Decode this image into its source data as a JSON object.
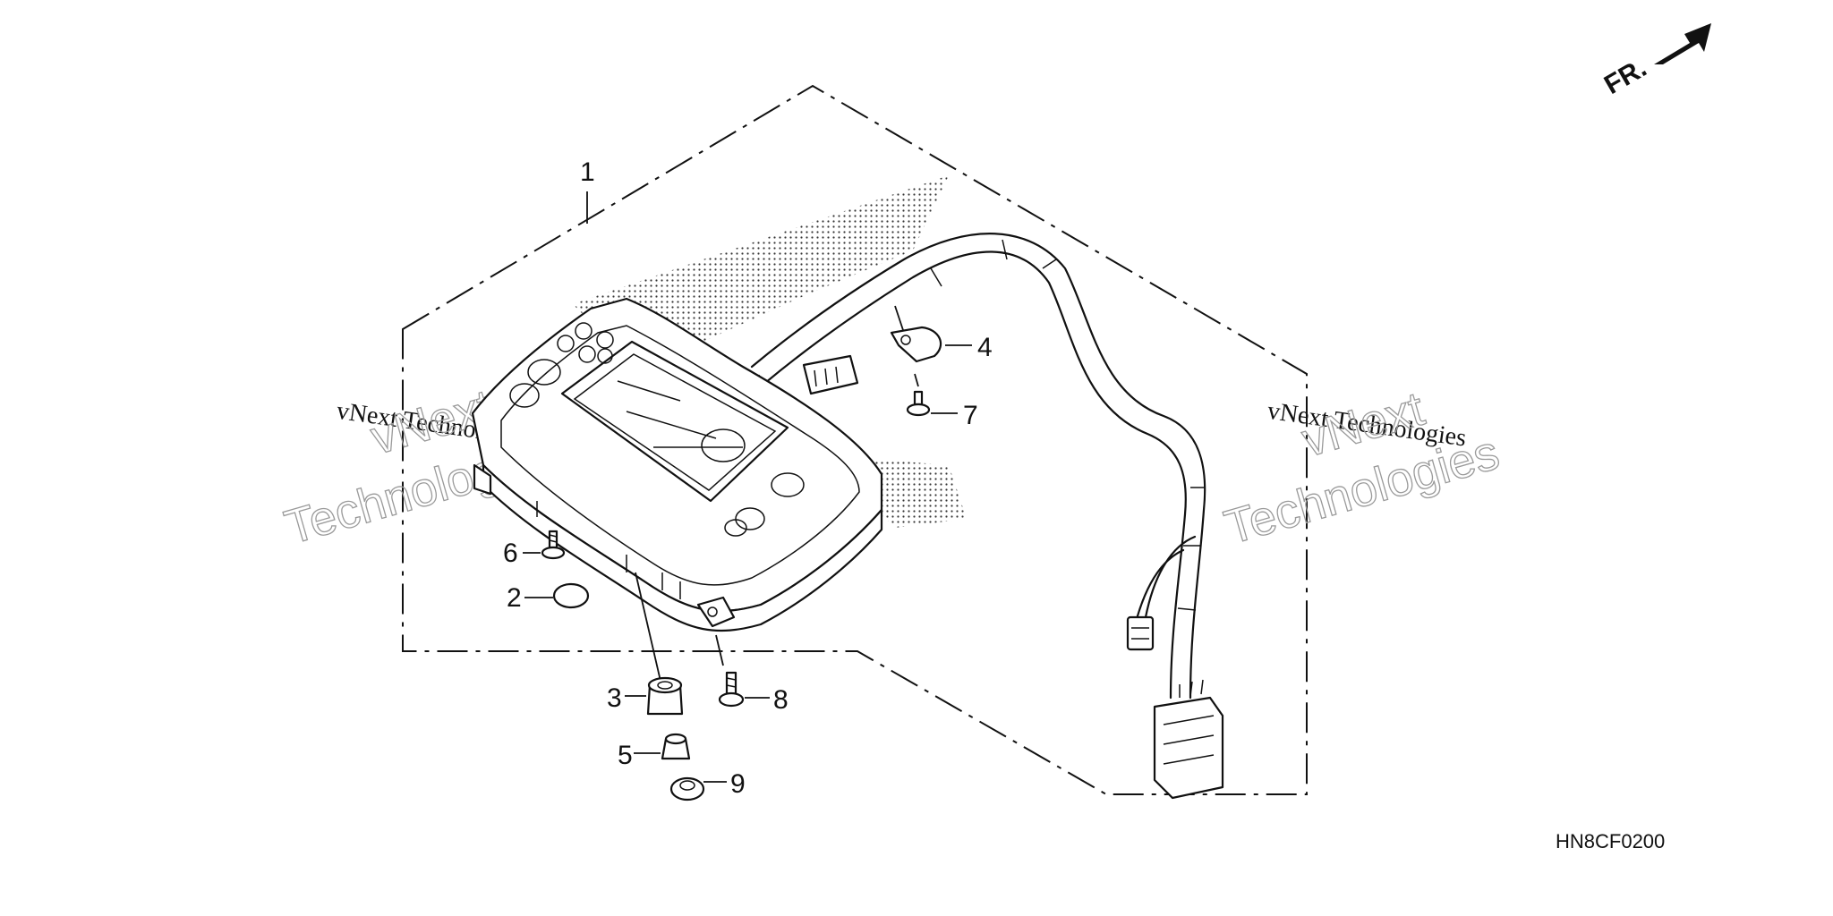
{
  "direction_marker": {
    "label": "FR.",
    "icon": "front-direction-arrow-icon"
  },
  "diagram_code": "HN8CF0200",
  "callouts": [
    {
      "id": "1",
      "label": "1"
    },
    {
      "id": "2",
      "label": "2"
    },
    {
      "id": "3",
      "label": "3"
    },
    {
      "id": "4",
      "label": "4"
    },
    {
      "id": "5",
      "label": "5"
    },
    {
      "id": "6",
      "label": "6"
    },
    {
      "id": "7",
      "label": "7"
    },
    {
      "id": "8",
      "label": "8"
    },
    {
      "id": "9",
      "label": "9"
    }
  ],
  "watermarks": [
    {
      "small": "vNext Technologies",
      "big_line1": "vNext",
      "big_line2": "Technologies"
    },
    {
      "small": "vNext Technologies",
      "big_line1": "vNext",
      "big_line2": "Technologies"
    }
  ],
  "colors": {
    "ink": "#111111",
    "watermark": "#9a9a9a",
    "background": "#ffffff"
  }
}
